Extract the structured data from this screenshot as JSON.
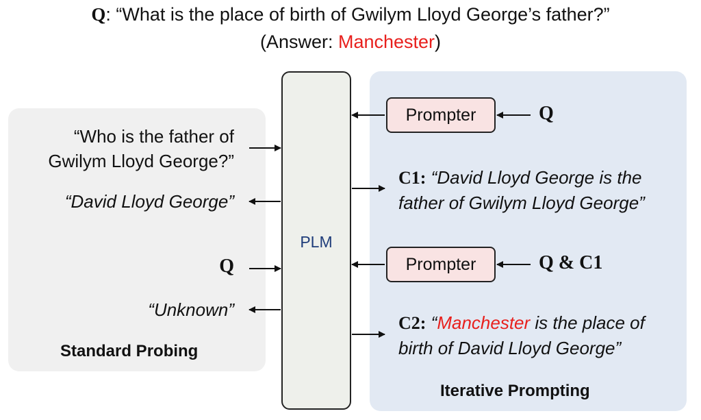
{
  "question": {
    "prefix": "Q",
    "colon": ":",
    "text": " “What is the place of birth of Gwilym Lloyd George’s father?”",
    "answer_open": "(Answer: ",
    "answer_value": "Manchester",
    "answer_close": ")"
  },
  "plm": {
    "label": "PLM"
  },
  "standard_probing": {
    "label": "Standard Probing",
    "query_line1": "“Who is the father of",
    "query_line2": "Gwilym Lloyd George?”",
    "response1": "“David Lloyd George”",
    "q_label": "Q",
    "response2": "“Unknown”"
  },
  "iterative_prompting": {
    "label": "Iterative Prompting",
    "prompter1": {
      "label": "Prompter",
      "input": "Q"
    },
    "c1": {
      "tag": "C1:",
      "line1": " “David Lloyd George is the",
      "line2": "father of Gwilym Lloyd George”"
    },
    "prompter2": {
      "label": "Prompter",
      "input": "Q & C1"
    },
    "c2": {
      "tag": "C2:",
      "open": " “",
      "highlight": "Manchester",
      "rest1": " is the place of",
      "line2": "birth of David Lloyd George”"
    }
  },
  "colors": {
    "accent_red": "#e8201d",
    "plm_text": "#1f3d7a",
    "prompter_fill": "#f9e3e3",
    "right_panel": "#e2e9f3",
    "left_panel": "#f0f0f0"
  }
}
